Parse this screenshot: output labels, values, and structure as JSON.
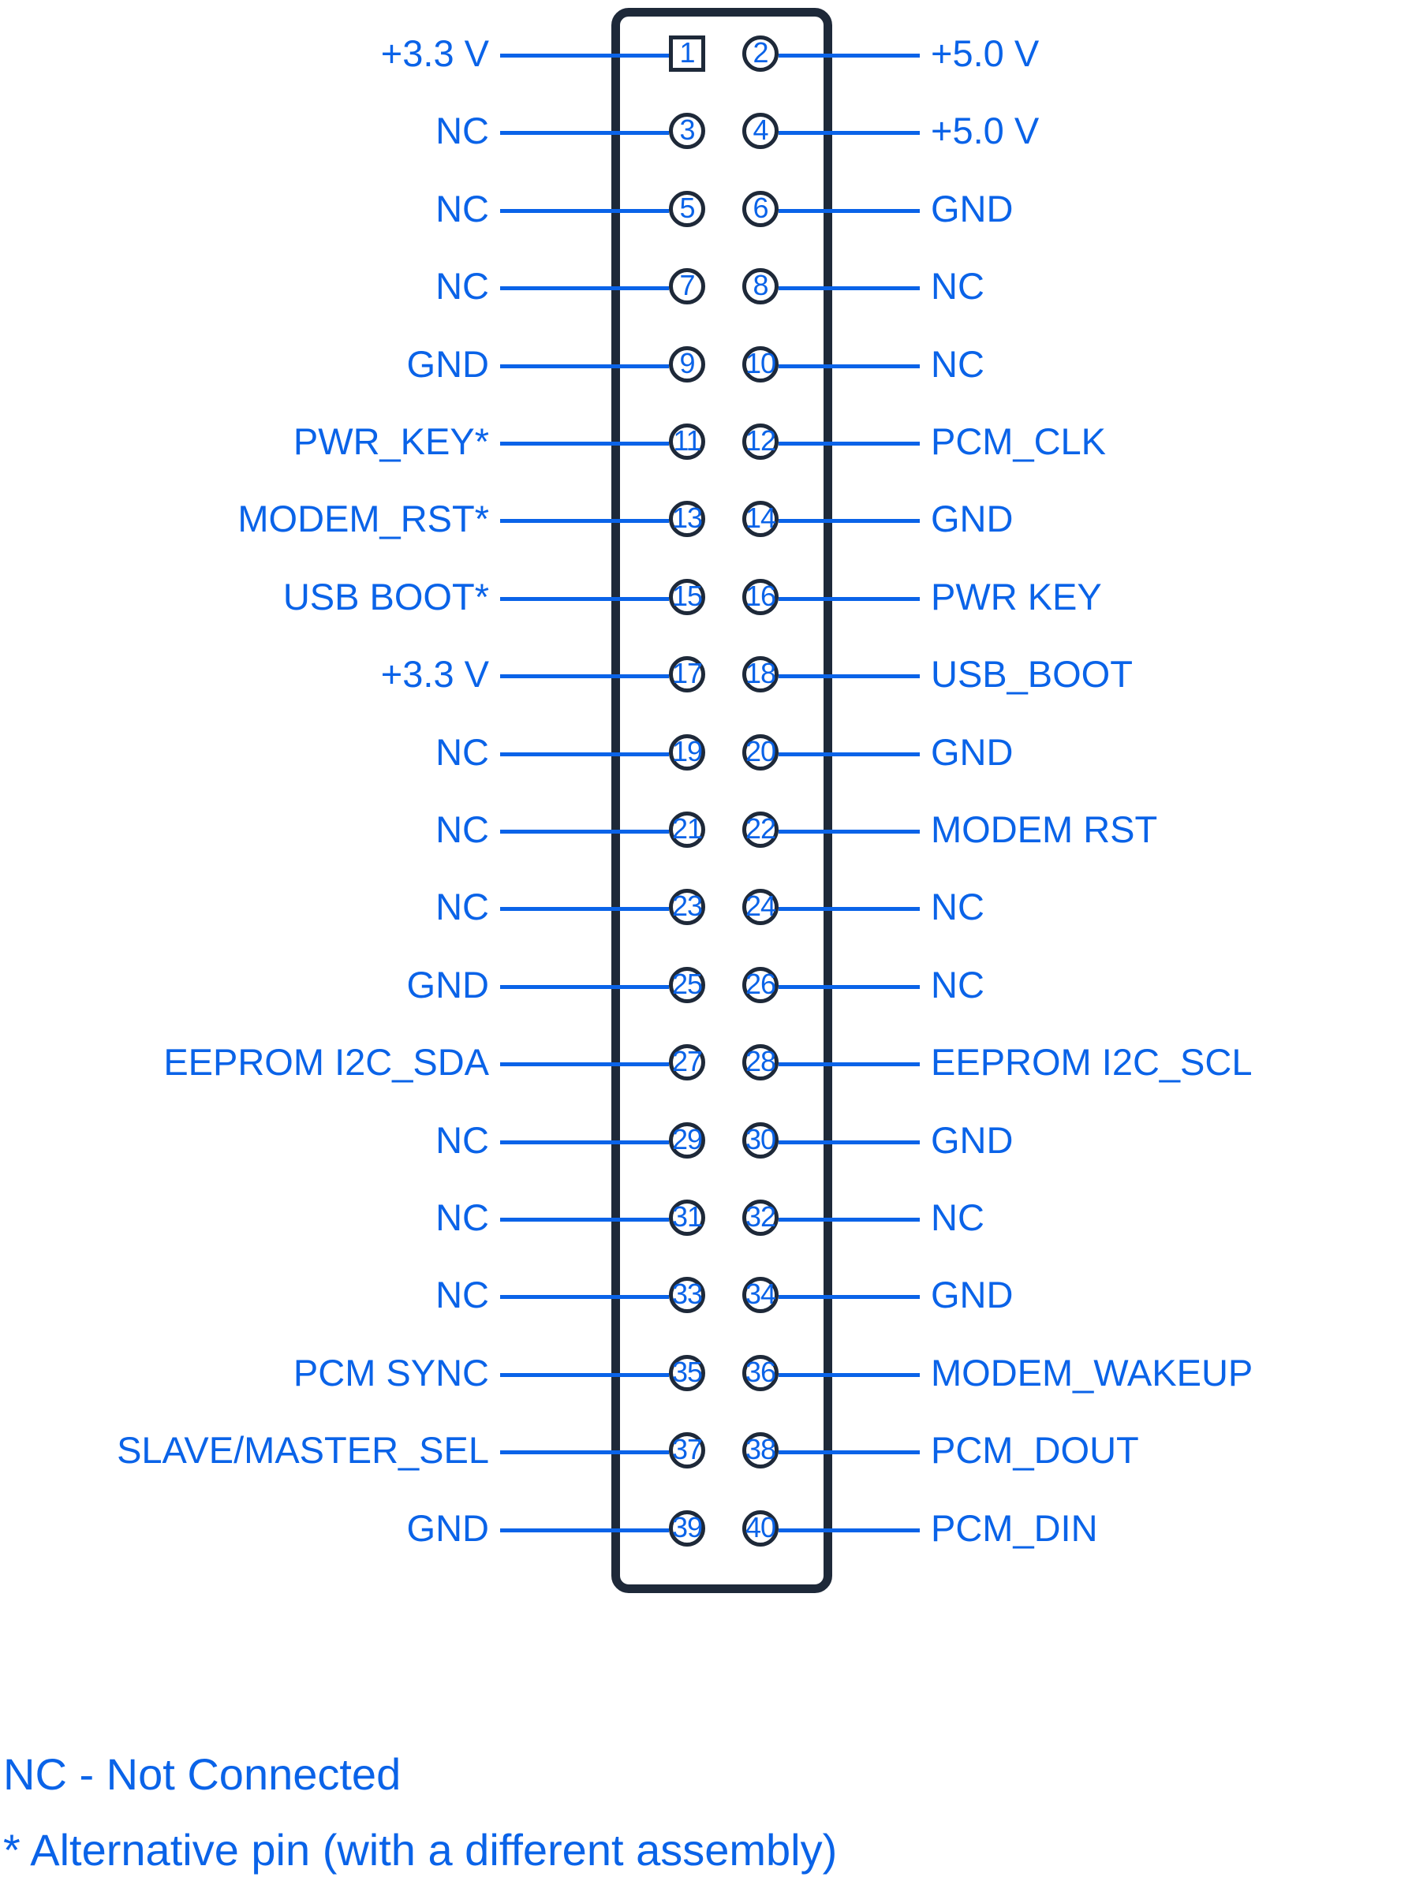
{
  "diagram": {
    "title": "40-pin connector pinout",
    "colors": {
      "signal_blue": "#0a63e8",
      "connector_outline": "#1e2939",
      "background": "#ffffff"
    },
    "connector": {
      "pin_count": 40,
      "rows": 20,
      "pin_1_shape": "square",
      "other_pin_shape": "circle"
    }
  },
  "pins": [
    {
      "num": "1",
      "left": "+3.3 V",
      "right_num": "2",
      "right": "+5.0 V"
    },
    {
      "num": "3",
      "left": "NC",
      "right_num": "4",
      "right": "+5.0 V"
    },
    {
      "num": "5",
      "left": "NC",
      "right_num": "6",
      "right": "GND"
    },
    {
      "num": "7",
      "left": "NC",
      "right_num": "8",
      "right": "NC"
    },
    {
      "num": "9",
      "left": "GND",
      "right_num": "10",
      "right": "NC"
    },
    {
      "num": "11",
      "left": "PWR_KEY*",
      "right_num": "12",
      "right": "PCM_CLK"
    },
    {
      "num": "13",
      "left": "MODEM_RST*",
      "right_num": "14",
      "right": "GND"
    },
    {
      "num": "15",
      "left": "USB BOOT*",
      "right_num": "16",
      "right": "PWR KEY"
    },
    {
      "num": "17",
      "left": "+3.3 V",
      "right_num": "18",
      "right": "USB_BOOT"
    },
    {
      "num": "19",
      "left": "NC",
      "right_num": "20",
      "right": "GND"
    },
    {
      "num": "21",
      "left": "NC",
      "right_num": "22",
      "right": "MODEM RST"
    },
    {
      "num": "23",
      "left": "NC",
      "right_num": "24",
      "right": "NC"
    },
    {
      "num": "25",
      "left": "GND",
      "right_num": "26",
      "right": "NC"
    },
    {
      "num": "27",
      "left": "EEPROM I2C_SDA",
      "right_num": "28",
      "right": "EEPROM I2C_SCL"
    },
    {
      "num": "29",
      "left": "NC",
      "right_num": "30",
      "right": "GND"
    },
    {
      "num": "31",
      "left": "NC",
      "right_num": "32",
      "right": "NC"
    },
    {
      "num": "33",
      "left": "NC",
      "right_num": "34",
      "right": "GND"
    },
    {
      "num": "35",
      "left": "PCM SYNC",
      "right_num": "36",
      "right": "MODEM_WAKEUP"
    },
    {
      "num": "37",
      "left": "SLAVE/MASTER_SEL",
      "right_num": "38",
      "right": "PCM_DOUT"
    },
    {
      "num": "39",
      "left": "GND",
      "right_num": "40",
      "right": "PCM_DIN"
    }
  ],
  "legend": {
    "line1": "NC - Not Connected",
    "line2": "* Alternative pin (with a different assembly)"
  }
}
